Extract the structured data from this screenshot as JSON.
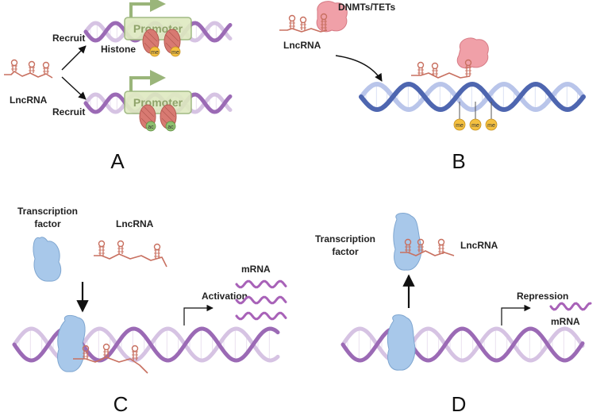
{
  "panels": {
    "A": {
      "letter": "A",
      "lncrna": "LncRNA",
      "recruit_top": "Recruit",
      "recruit_bottom": "Recruit",
      "promoter_top": "Promoter",
      "promoter_bottom": "Promoter",
      "histone": "Histone",
      "mark_me": "me",
      "mark_ac": "ac"
    },
    "B": {
      "letter": "B",
      "enzyme": "DNMTs/TETs",
      "lncrna": "LncRNA",
      "mark_me": "me"
    },
    "C": {
      "letter": "C",
      "tf_line1": "Transcription",
      "tf_line2": "factor",
      "lncrna": "LncRNA",
      "mrna": "mRNA",
      "activation": "Activation"
    },
    "D": {
      "letter": "D",
      "tf_line1": "Transcription",
      "tf_line2": "factor",
      "lncrna": "LncRNA",
      "repression": "Repression",
      "mrna": "mRNA"
    }
  },
  "colors": {
    "rna": "#c87060",
    "histone": "#d87a72",
    "tf": "#a8c8ea",
    "tf_stroke": "#7fa6d0",
    "enzyme": "#f0a0a8",
    "mark": "#f4c040",
    "promoter_fill": "#dfeac2",
    "promoter_stroke": "#9ab57a",
    "mrna": "#a862b8",
    "dna_purple": "#9b6ab5",
    "dna_lilac": "#d6c3e3",
    "dna_blue_dark": "#4e66b0",
    "dna_blue_light": "#b9c5ea"
  }
}
